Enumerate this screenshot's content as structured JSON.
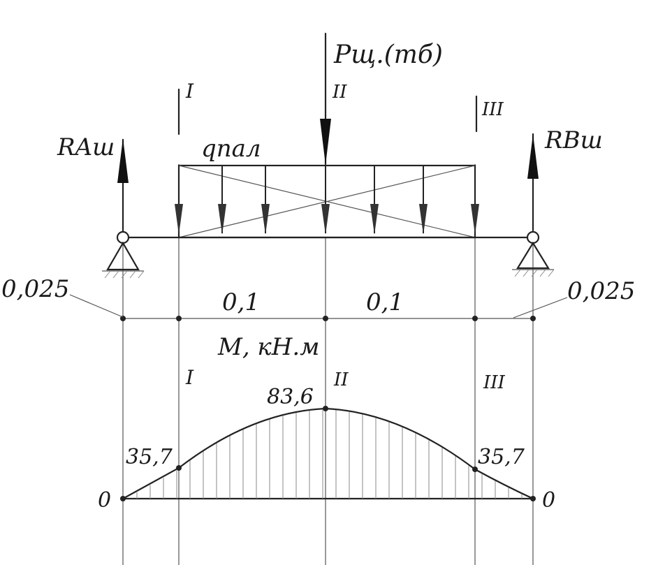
{
  "labels": {
    "point_load": "Pщ.(тб)",
    "reaction_a": "RAш",
    "reaction_b": "RBш",
    "distributed_load": "qпал",
    "section_1": "I",
    "section_2": "II",
    "section_3": "III",
    "moment_title": "М, кН.м"
  },
  "spans": {
    "left_end": "0,025",
    "left_mid": "0,1",
    "right_mid": "0,1",
    "right_end": "0,025"
  },
  "moments": {
    "support_a": "0",
    "section_1": "35,7",
    "section_2": "83,6",
    "section_3": "35,7",
    "support_b": "0"
  },
  "colors": {
    "ink": "#222222",
    "hatch": "#888888"
  }
}
